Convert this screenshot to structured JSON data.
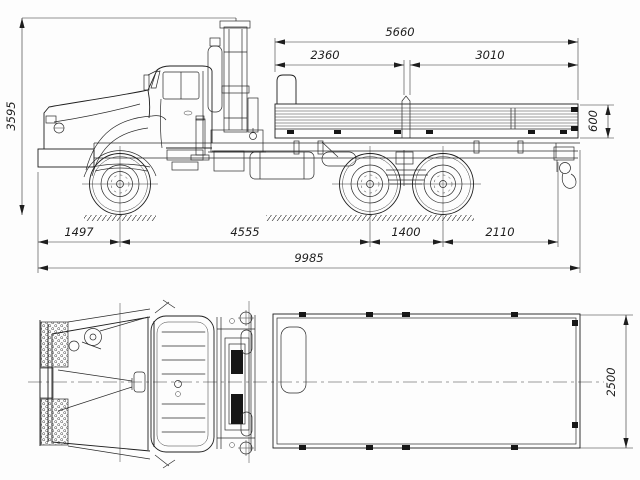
{
  "drawing": {
    "views": {
      "side": "truck-side-elevation",
      "plan": "truck-top-plan"
    },
    "dimensions": {
      "overall_height": "3595",
      "platform_length": "5660",
      "platform_front_section": "2360",
      "platform_rear_section": "3010",
      "board_height": "600",
      "front_overhang": "1497",
      "wheelbase": "4555",
      "rear_bogie_base": "1400",
      "rear_overhang": "2110",
      "overall_length": "9985",
      "overall_width": "2500"
    }
  }
}
